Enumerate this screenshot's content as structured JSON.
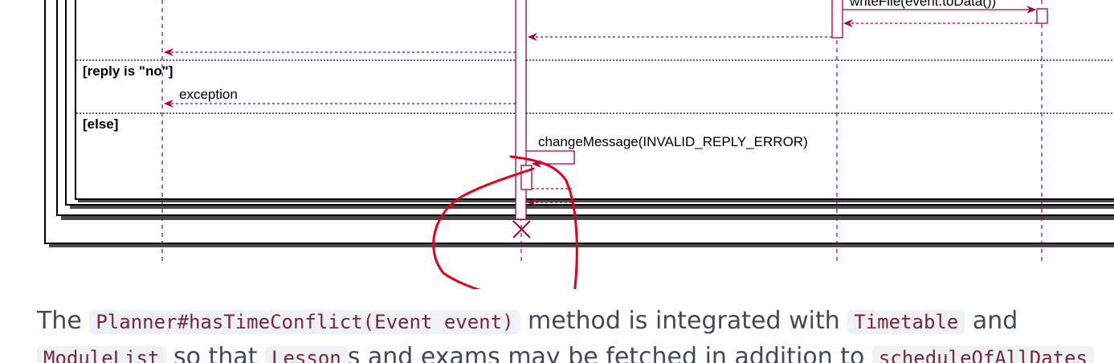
{
  "diagram": {
    "messages": {
      "write_file": "writeFile(event.toData())",
      "exception": "exception",
      "change_message": "changeMessage(INVALID_REPLY_ERROR)"
    },
    "guards": {
      "reply_no": "[reply is \"no\"]",
      "else": "[else]"
    },
    "colors": {
      "lifeline": "#a80036",
      "arrow": "#a80036",
      "annotation": "#e0001b",
      "frame": "#000000"
    }
  },
  "paragraph": {
    "t1": "The ",
    "c1": "Planner#hasTimeConflict(Event event)",
    "t2": " method is integrated with ",
    "c2": "Timetable",
    "t3": " and",
    "c3": "ModuleList",
    "t4": " so that ",
    "c4": "Lesson",
    "t5": "s and exams may be fetched in addition to ",
    "c5": "scheduleOfAllDates"
  }
}
